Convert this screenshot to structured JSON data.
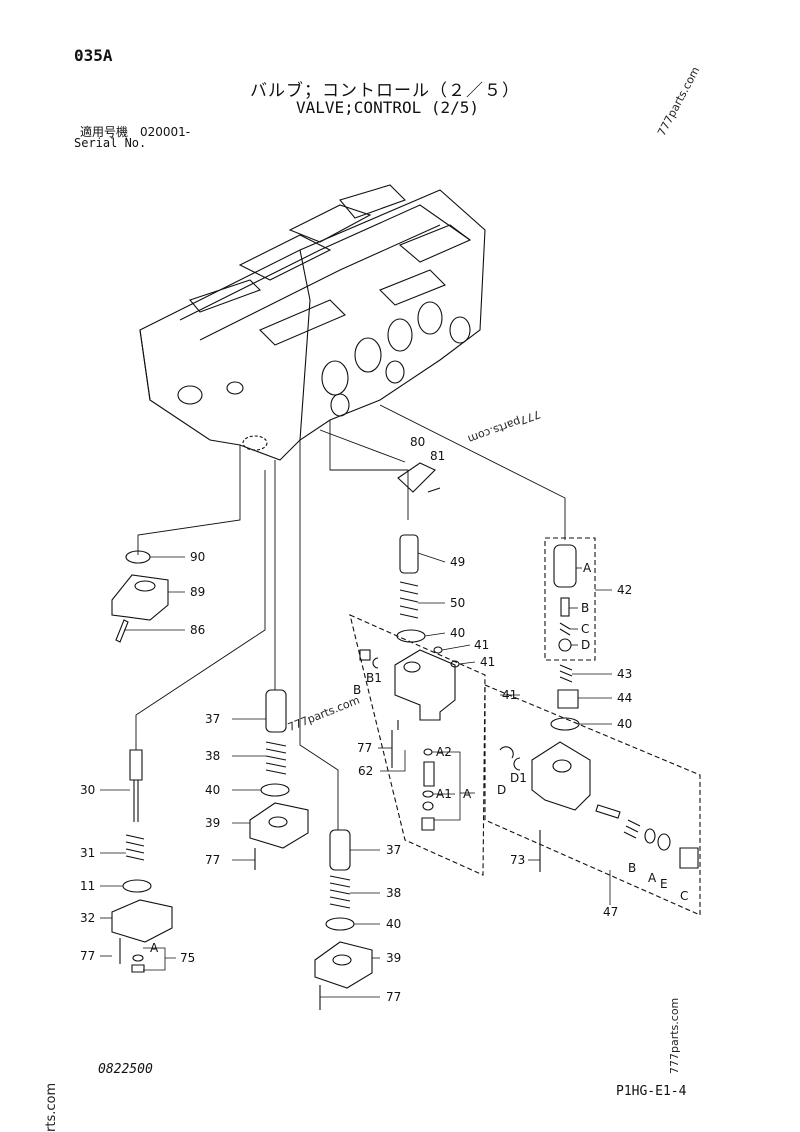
{
  "header": {
    "code": "035A",
    "title_jp": "バルブ；コントロール（２／５）",
    "title_en": "VALVE;CONTROL (2/5)",
    "serial_label_jp": "適用号機　020001-",
    "serial_label_en": "Serial No."
  },
  "footer": {
    "drawing_number": "0822500",
    "page_code": "P1HG-E1-4"
  },
  "watermarks": [
    "777parts.com",
    "777parts.com",
    "777parts.com",
    "777parts.com",
    "rts.com"
  ],
  "callouts": {
    "p90": "90",
    "p89": "89",
    "p86": "86",
    "p80": "80",
    "p81": "81",
    "p49": "49",
    "p50": "50",
    "p40a": "40",
    "p41a": "41",
    "p41b": "41",
    "p42": "42",
    "pA1": "A",
    "pB1": "B",
    "pC1": "C",
    "pD1": "D",
    "p43": "43",
    "p44": "44",
    "p41c": "41",
    "p40b": "40",
    "p37a": "37",
    "p38a": "38",
    "p40c": "40",
    "p39a": "39",
    "p77a": "77",
    "p30": "30",
    "p31": "31",
    "p11": "11",
    "p32": "32",
    "p77b": "77",
    "pA2": "A",
    "p75": "75",
    "pB2": "B",
    "pB1b": "B1",
    "p77c": "77",
    "pA2b": "A2",
    "p62": "62",
    "pA1b": "A1",
    "pA3": "A",
    "p37b": "37",
    "p38b": "38",
    "p40d": "40",
    "p39b": "39",
    "p77d": "77",
    "pD2": "D",
    "pD1b": "D1",
    "p73": "73",
    "pB3": "B",
    "pA4": "A",
    "pE": "E",
    "pC2": "C",
    "p47": "47"
  }
}
